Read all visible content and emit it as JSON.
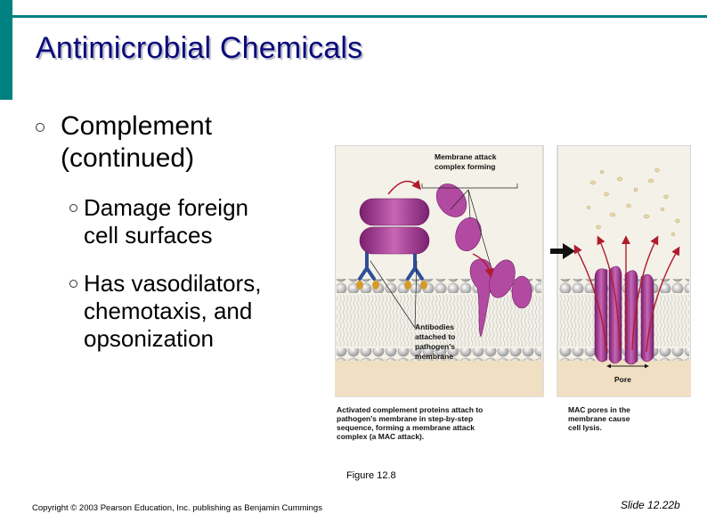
{
  "slide": {
    "title": "Antimicrobial Chemicals",
    "bullets": {
      "main_line1": "Complement",
      "main_line2": "(continued)",
      "sub1_line1": "Damage foreign",
      "sub1_line2": "cell surfaces",
      "sub2_line1": "Has vasodilators,",
      "sub2_line2": "chemotaxis, and",
      "sub2_line3": "opsonization"
    },
    "figure_label": "Figure 12.8",
    "copyright": "Copyright © 2003 Pearson Education, Inc. publishing as Benjamin Cummings",
    "slide_number": "Slide 12.22b"
  },
  "figure": {
    "mac_label_line1": "Membrane attack",
    "mac_label_line2": "complex forming",
    "antibodies_line1": "Antibodies",
    "antibodies_line2": "attached to",
    "antibodies_line3": "pathogen's",
    "antibodies_line4": "membrane",
    "pore_label": "Pore",
    "caption_left_line1": "Activated complement proteins attach to",
    "caption_left_line2": "pathogen's membrane in step-by-step",
    "caption_left_line3": "sequence, forming a membrane attack",
    "caption_left_line4": "complex (a MAC attack).",
    "caption_right_line1": "MAC pores in the",
    "caption_right_line2": "membrane cause",
    "caption_right_line3": "cell lysis."
  },
  "colors": {
    "accent": "#008080",
    "title": "#0a0a7a",
    "protein": "#a23c8f",
    "antibody": "#2f4e9a"
  }
}
